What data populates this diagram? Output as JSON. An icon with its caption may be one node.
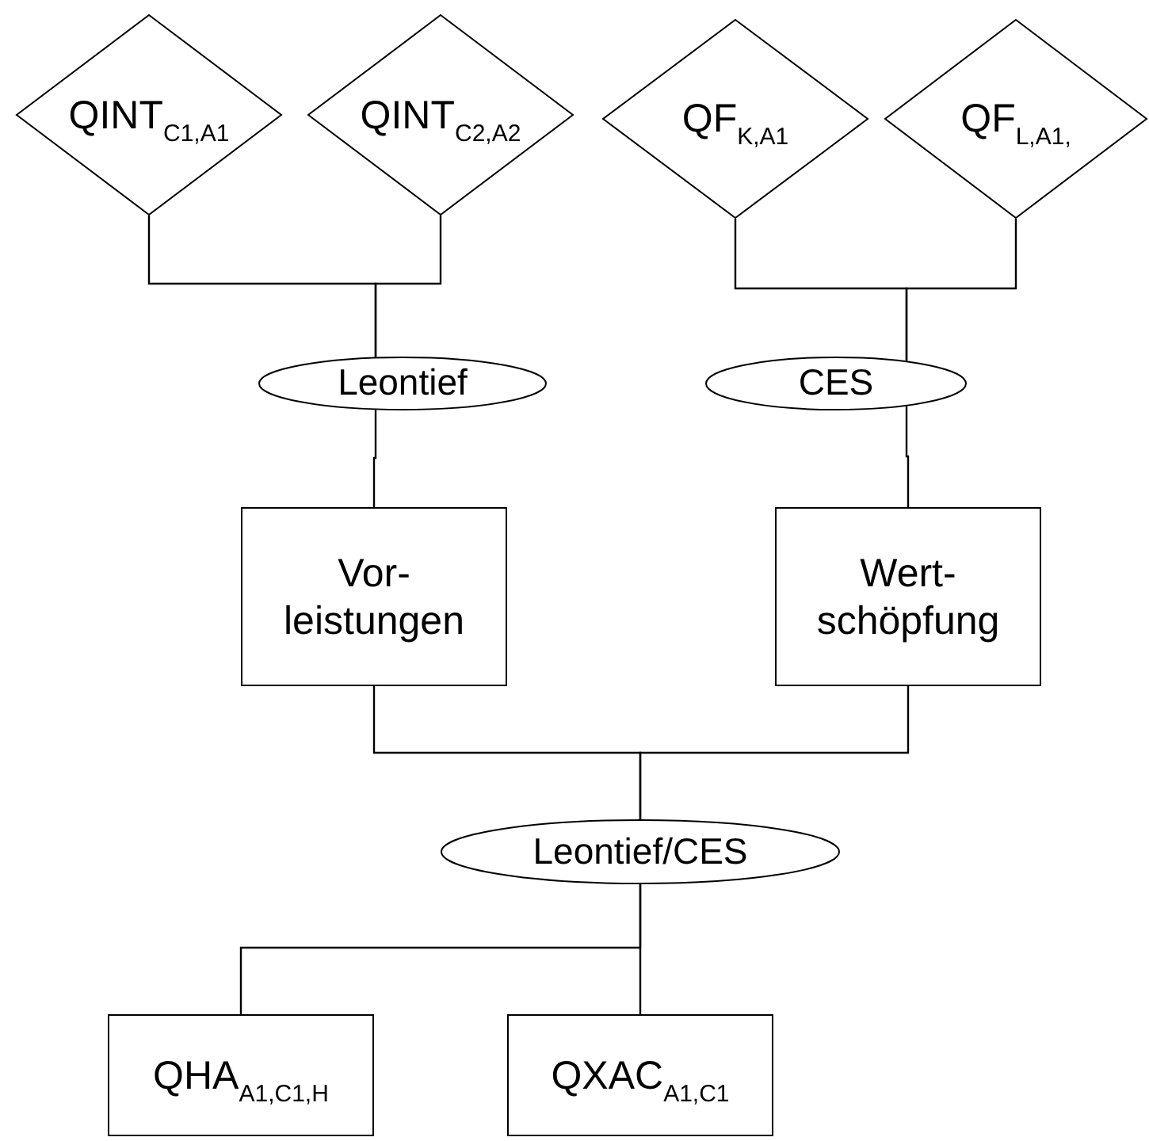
{
  "diagram": {
    "nodes": [
      {
        "text": [
          "QINT$_{C1,A1}$"
        ]
      },
      {
        "text": [
          "QINT$_{C2,A2}$"
        ]
      },
      {
        "text": [
          "QF$_{K,A1}$"
        ]
      },
      {
        "text": [
          "QF$_{L,A1,}$"
        ]
      },
      {
        "text": [
          "Leontief"
        ]
      },
      {
        "text": [
          "CES"
        ]
      },
      {
        "text": [
          "Vor- leistungen"
        ]
      },
      {
        "text": [
          "Wert- schöpfung"
        ]
      },
      {
        "text": [
          "Leontief/CES"
        ]
      },
      {
        "text": [
          "QHA$_{A1,C1,H}$"
        ]
      },
      {
        "text": [
          "QXAC$_{A1,C1}$"
        ]
      }
    ],
    "edges": [
      {
        "from": 0,
        "to": 4,
        "arrow": "none"
      },
      {
        "from": 1,
        "to": 4,
        "arrow": "none"
      },
      {
        "from": 2,
        "to": 5,
        "arrow": "none"
      },
      {
        "from": 3,
        "to": 5,
        "arrow": "none"
      },
      {
        "from": 4,
        "to": 6,
        "arrow": "none"
      },
      {
        "from": 5,
        "to": 7,
        "arrow": "none"
      },
      {
        "from": 6,
        "to": 8,
        "arrow": "none"
      },
      {
        "from": 7,
        "to": 8,
        "arrow": "none"
      },
      {
        "from": 8,
        "to": 9,
        "arrow": "none"
      },
      {
        "from": 8,
        "to": 10,
        "arrow": "none"
      }
    ]
  }
}
